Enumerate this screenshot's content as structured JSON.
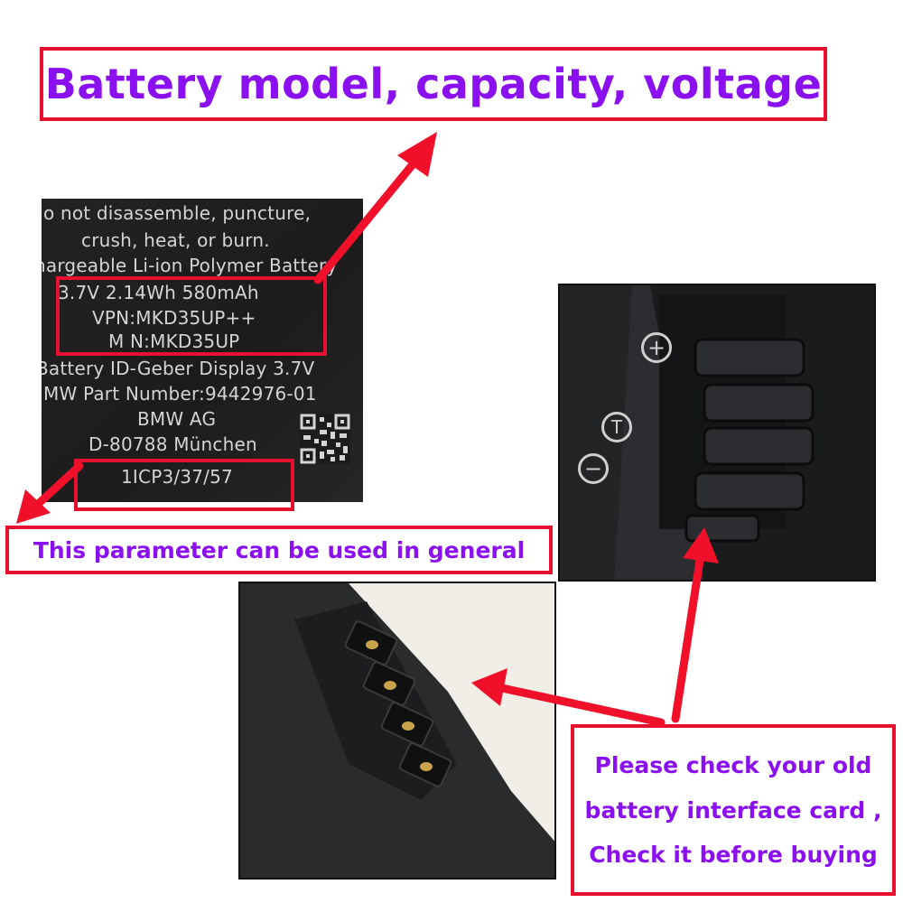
{
  "callouts": {
    "top": "Battery model, capacity, voltage",
    "middle": "This parameter can be used in general",
    "bottom_lines": [
      "Please check your old",
      "battery interface card ,",
      "Check it before buying"
    ]
  },
  "label": {
    "lines": [
      "o not disassemble, puncture,",
      "crush, heat, or burn.",
      "hargeable Li-ion Polymer Battery",
      "3.7V   2.14Wh  580mAh",
      "VPN:MKD35UP++",
      "M N:MKD35UP",
      "Battery ID-Geber Display 3.7V",
      "MW Part Number:9442976-01",
      "BMW AG",
      "D-80788 München",
      "1ICP3/37/57"
    ]
  },
  "colors": {
    "callout_border": "#e8102e",
    "callout_text": "#8a10f0",
    "arrow": "#f0102a",
    "label_background": "#1f1f1f",
    "label_text": "#d4d4d4"
  },
  "icons": {
    "plus_terminal": "circled-plus-icon",
    "t_terminal": "circled-t-icon",
    "minus_terminal": "circled-minus-icon",
    "qr_code": "qr-code-icon"
  }
}
